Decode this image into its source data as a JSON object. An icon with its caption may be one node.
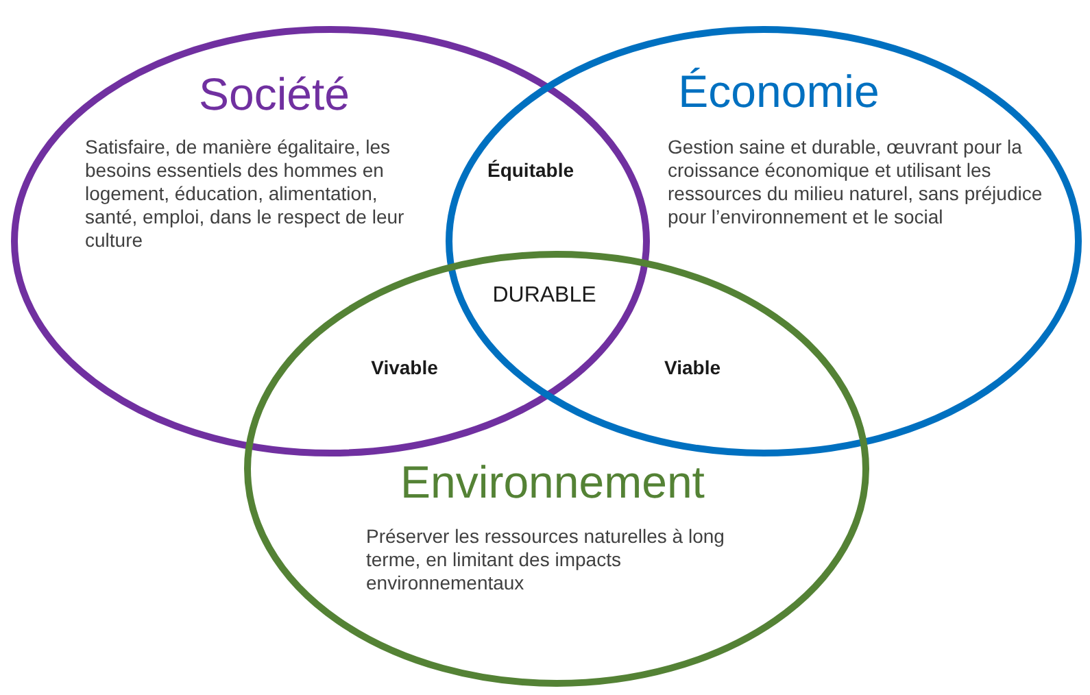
{
  "diagram": {
    "nodes": [
      {
        "text": [
          "Société",
          "Satisfaire, de manière égalitaire, les besoins essentiels des hommes en logement, éducation, alimentation, santé, emploi, dans le respect de leur culture"
        ]
      },
      {
        "text": [
          "Économie",
          "Gestion saine et durable, œuvrant pour la croissance économique et utilisant les ressources du milieu naturel, sans préjudice pour l’environnement et le social"
        ]
      },
      {
        "text": [
          "Environnement",
          "Préserver les ressources naturelles à long terme, en limitant des impacts environnementaux"
        ]
      }
    ],
    "labels": [
      "Équitable",
      "DURABLE",
      "Vivable",
      "Viable"
    ]
  }
}
